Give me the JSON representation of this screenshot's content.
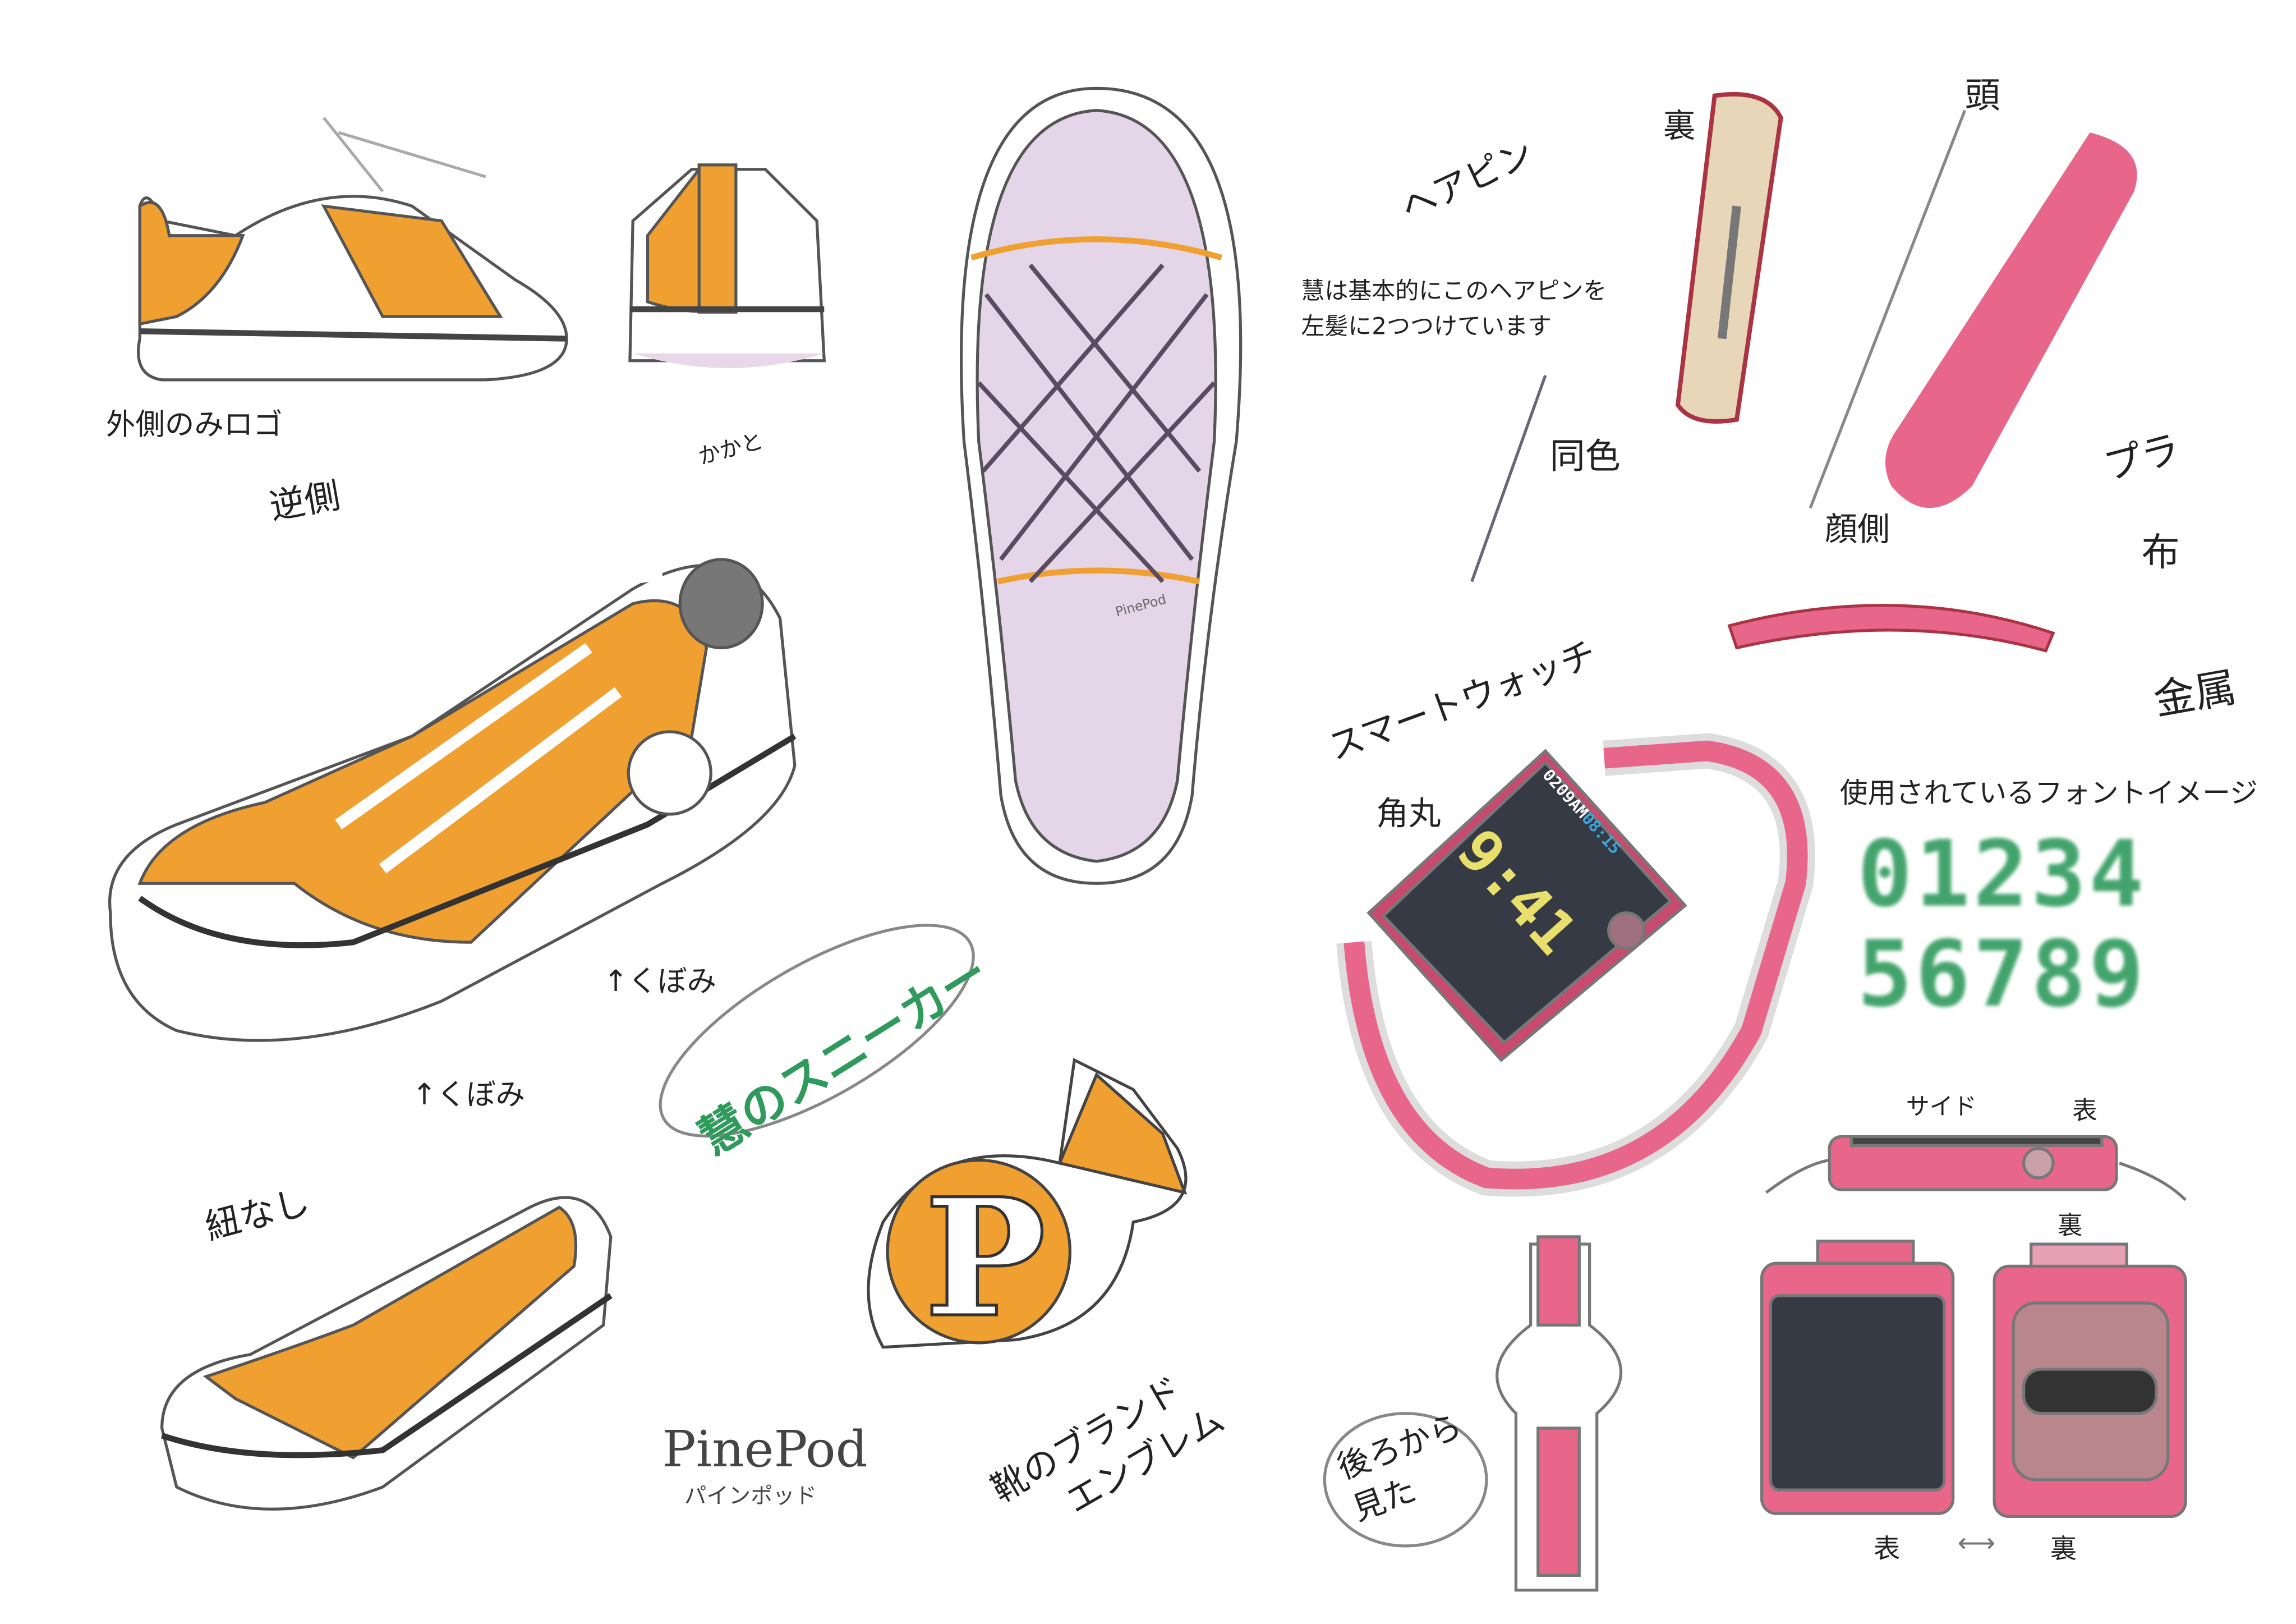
{
  "sneaker": {
    "outside_logo_only": "外側のみロゴ",
    "heel": "かかと",
    "opposite_side": "逆側",
    "dent_1": "↑くぼみ",
    "dent_2": "↑くぼみ",
    "no_laces": "紐なし",
    "sole_brand": "PinePod",
    "title": "慧のスニーカー"
  },
  "brand": {
    "name": "PinePod",
    "reading": "パインポッド",
    "emblem_letter": "P",
    "emblem_line1": "靴のブランド",
    "emblem_line2": "エンブレム"
  },
  "hairpin": {
    "title": "ヘアピン",
    "note_line1": "慧は基本的にこのヘアピンを",
    "note_line2": "左髪に2つつけています",
    "same_color": "同色",
    "back": "裏",
    "head": "頭",
    "face_side": "顔側",
    "plastic": "プラ",
    "cloth": "布",
    "metal": "金属"
  },
  "watch": {
    "title": "スマートウォッチ",
    "rounded_corners": "角丸",
    "screen_date": "0209AM",
    "screen_time": "08:15",
    "screen_big": "9:41",
    "font_image_label": "使用されているフォントイメージ",
    "font_digits_row1": "01234",
    "font_digits_row2": "56789",
    "side": "サイド",
    "front_1": "表",
    "back_1": "裏",
    "viewed_from_back_1": "後ろから",
    "viewed_from_back_2": "見た",
    "front_2": "表",
    "back_2": "裏"
  },
  "colors": {
    "orange": "#f0a030",
    "pink": "#e8668a",
    "green": "#2f9a5c",
    "screen": "#363a44",
    "yellow": "#e9df6c"
  }
}
